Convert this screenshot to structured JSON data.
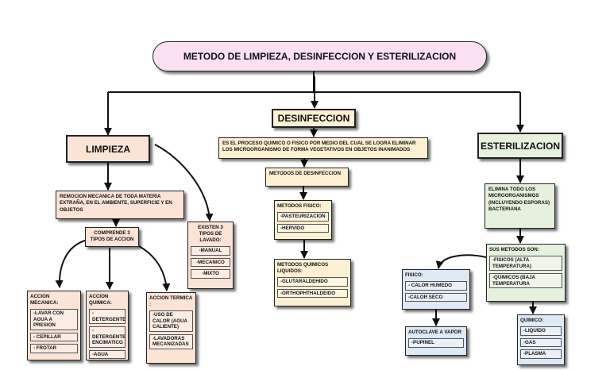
{
  "title": "METODO DE LIMPIEZA, DESINFECCION Y ESTERILIZACION",
  "limpieza": {
    "heading": "LIMPIEZA",
    "definition": "REMOCION MECANICA DE TODA MATERIA EXTRAÑA, EN EL AMBIENTE, SUPERFICIE Y EN OBJETOS",
    "comprende": "COMPRENDE 3 TIPOS DE ACCION",
    "lavado": {
      "header": "EXISTEN 3 TIPOS DE LAVADO:",
      "items": [
        "-MANUAL",
        "-MECANICO",
        "-MIXTO"
      ]
    },
    "mecanica": {
      "header": "ACCION MECANICA:",
      "items": [
        "-LAVAR CON AGUA A PRESION",
        "- CEPILLAR",
        "- FROTAR"
      ]
    },
    "quimica": {
      "header": "ACCION QUIMICA:",
      "items": [
        "-DETERGENTE",
        "- DETERGENTE ENCIMATICO",
        "-AGUA"
      ]
    },
    "termica": {
      "header": "ACCION TERMICA :",
      "items": [
        "-USO DE CALOR (AGUA CALIENTE)",
        "-LAVADORAS MECANIZADAS"
      ]
    }
  },
  "desinfeccion": {
    "heading": "DESINFECCION",
    "definition": "ES EL PROCESO QUIMICO O FISICO POR MEDIO DEL CUAL SE LOGRA ELIMINAR LOS MICROORGANISMO DE FORMA VEGETATIVOS EN OBJETOS INANIMADOS",
    "metodos": "METODOS DE DESINFECCION",
    "fisico": {
      "header": "METODOS FISICO:",
      "items": [
        "-PASTEURIZACION",
        "-HERVIDO"
      ]
    },
    "quimicos": {
      "header": "METODOS QUIMICOS LIQUIDOS:",
      "items": [
        "-GLUTARALDEHIDO",
        "-ORTHOPHTHALDEIDO"
      ]
    }
  },
  "esterilizacion": {
    "heading": "ESTERILIZACION",
    "definition": "ELIMINA TODO LOS MICROORGANISMOS (INCLUYENDO ESPORAS) BACTERIANA",
    "metodos": {
      "header": "SUS METODOS SON:",
      "items": [
        "-FISICOS (ALTA TEMPERATURA)",
        "-QUIMICOS (BAJA TEMPERATURA"
      ]
    },
    "fisico": {
      "header": "FISICO:",
      "items": [
        "- CALOR HUMEDO",
        "-CALOR SECO"
      ]
    },
    "autoclave": {
      "header": "AUTOCLAVE A VAPOR",
      "items": [
        "-PUPINEL"
      ]
    },
    "quimico": {
      "header": "QUIMICO:",
      "items": [
        "-LIQUIDO",
        "-GAS",
        "-PLASMA"
      ]
    }
  }
}
